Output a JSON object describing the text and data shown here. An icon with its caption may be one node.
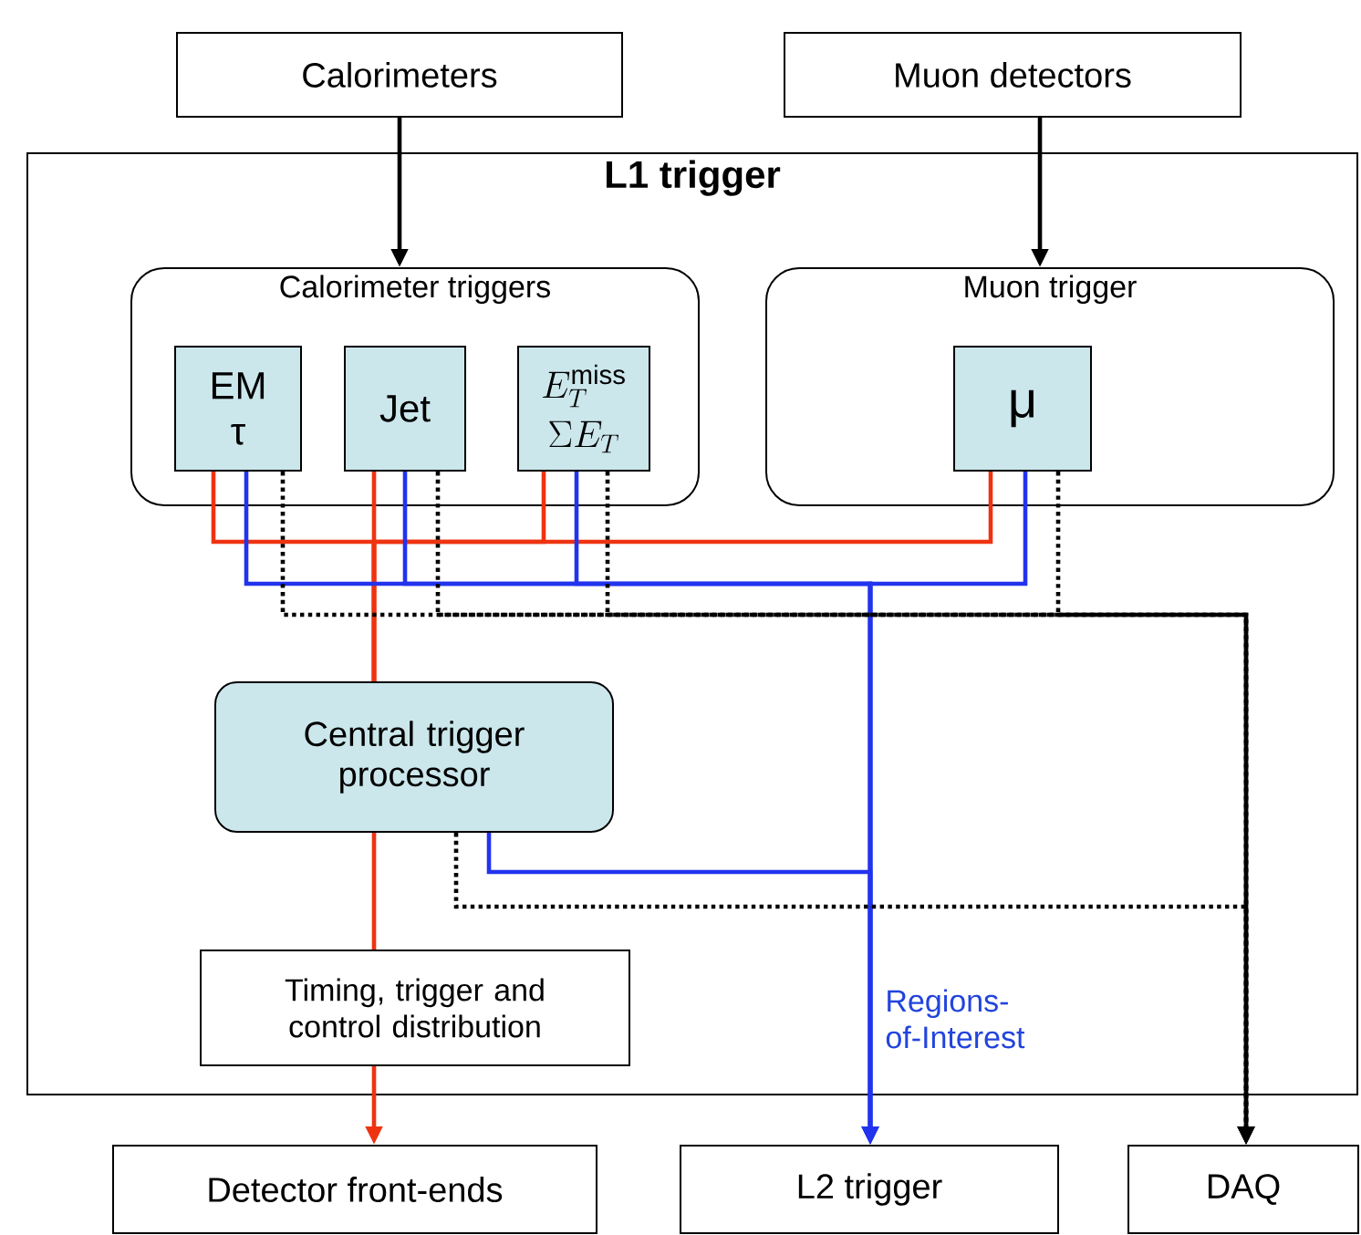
{
  "diagram": {
    "nodes": [
      {
        "text": [
          "Calorimeters"
        ]
      },
      {
        "text": [
          "Muon detectors"
        ]
      },
      {
        "text": [
          "L1 trigger"
        ]
      },
      {
        "text": [
          "Calorimeter triggers"
        ],
        "in": 2
      },
      {
        "text": [
          "EM",
          "τ"
        ],
        "in": 3
      },
      {
        "text": [
          "Jet"
        ],
        "in": 3
      },
      {
        "text": [
          "E_{T}^{\\mathrm{miss}}",
          "\\Sigma E_{T}"
        ],
        "in": 3
      },
      {
        "text": [
          "Muon trigger"
        ],
        "in": 2
      },
      {
        "text": [
          "μ"
        ],
        "in": 7
      },
      {
        "text": [
          "Central trigger processor"
        ],
        "in": 2
      },
      {
        "text": [
          "Timing, trigger and control distribution"
        ],
        "in": 2
      },
      {
        "text": [
          "Detector front-ends"
        ]
      },
      {
        "text": [
          "L2 trigger"
        ]
      },
      {
        "text": [
          "DAQ"
        ]
      }
    ],
    "edges": [
      {
        "from": 0,
        "to": 3,
        "arrow": "to"
      },
      {
        "from": 1,
        "to": 7,
        "arrow": "to"
      },
      {
        "from": 4,
        "to": 9,
        "arrow": "none",
        "color": "#ee3311"
      },
      {
        "from": 5,
        "to": 9,
        "arrow": "none",
        "color": "#ee3311"
      },
      {
        "from": 6,
        "to": 9,
        "arrow": "none",
        "color": "#ee3311"
      },
      {
        "from": 8,
        "to": 9,
        "arrow": "none",
        "color": "#ee3311"
      },
      {
        "from": 9,
        "to": 10,
        "arrow": "none",
        "color": "#ee3311"
      },
      {
        "from": 10,
        "to": 11,
        "arrow": "to",
        "color": "#ee3311"
      },
      {
        "from": 4,
        "to": 12,
        "arrow": "to",
        "color": "#2233ee"
      },
      {
        "from": 5,
        "to": 12,
        "arrow": "to",
        "color": "#2233ee"
      },
      {
        "from": 6,
        "to": 12,
        "arrow": "to",
        "color": "#2233ee"
      },
      {
        "from": 8,
        "to": 12,
        "arrow": "to",
        "color": "#2233ee"
      },
      {
        "from": 9,
        "to": 12,
        "arrow": "to",
        "color": "#2233ee"
      },
      {
        "from": 4,
        "to": 13,
        "arrow": "to",
        "style": "dashed"
      },
      {
        "from": 5,
        "to": 13,
        "arrow": "to",
        "style": "dashed"
      },
      {
        "from": 6,
        "to": 13,
        "arrow": "to",
        "style": "dashed"
      },
      {
        "from": 8,
        "to": 13,
        "arrow": "to",
        "style": "dashed"
      },
      {
        "from": 9,
        "to": 13,
        "arrow": "to",
        "style": "dashed"
      }
    ],
    "labels": [
      "Regions-of-Interest"
    ]
  }
}
